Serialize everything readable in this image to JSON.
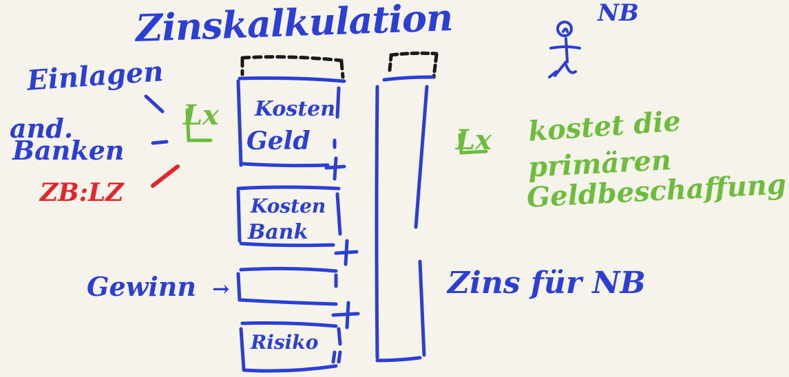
{
  "title": "Zinskalkulation",
  "person_label": "NB",
  "left_labels": {
    "einlagen": "Einlagen",
    "andere_banken_1": "and.",
    "andere_banken_2": "Banken",
    "example": "ZB:LZ"
  },
  "column_boxes": {
    "kosten_geld_1": "Kosten",
    "kosten_geld_2": "Geld",
    "kosten_bank_1": "Kosten",
    "kosten_bank_2": "Bank",
    "risiko": "Risiko"
  },
  "gewinn_label": "Gewinn",
  "gewinn_arrow": "→",
  "lx_marker": "Lx",
  "right_note": {
    "line1": "kostet die",
    "line2": "primären",
    "line3": "Geldbeschaffung"
  },
  "zins_label": "Zins für NB",
  "colors": {
    "blue_ink": "#2b3fd6",
    "green_ink": "#6cbd3c",
    "red_ink": "#e4252b",
    "black_ink": "#1a1a1a",
    "background": "#f6f3ea"
  }
}
